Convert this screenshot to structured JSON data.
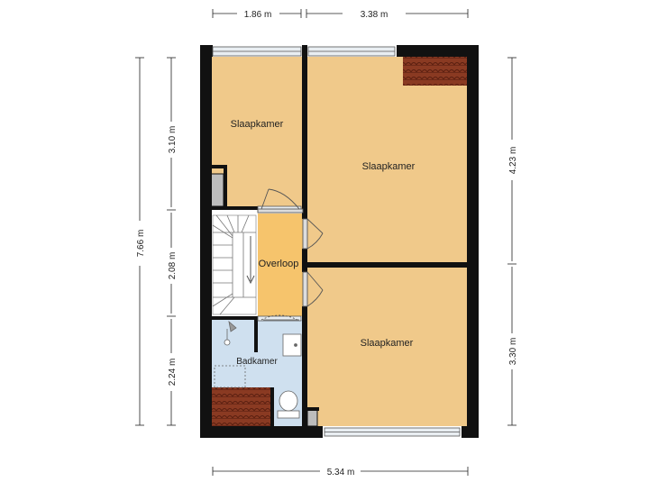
{
  "rooms": {
    "bedroom_top_left": "Slaapkamer",
    "bedroom_top_right": "Slaapkamer",
    "bedroom_bottom_right": "Slaapkamer",
    "landing": "Overloop",
    "bathroom": "Badkamer"
  },
  "dimensions": {
    "top_left_width": "1.86 m",
    "top_right_width": "3.38 m",
    "bottom_total_width": "5.34 m",
    "left_total_height": "7.66 m",
    "left_top_height": "3.10 m",
    "left_middle_height": "2.08 m",
    "left_bottom_height": "2.24 m",
    "right_top_height": "4.23 m",
    "right_bottom_height": "3.30 m"
  },
  "colors": {
    "bedroom_floor": "#f0c98a",
    "landing_floor": "#f6c46c",
    "bathroom_floor": "#cfe0ef",
    "stair_floor": "#ffffff",
    "wall": "#111111",
    "roof_tile": "#8a3a22"
  }
}
